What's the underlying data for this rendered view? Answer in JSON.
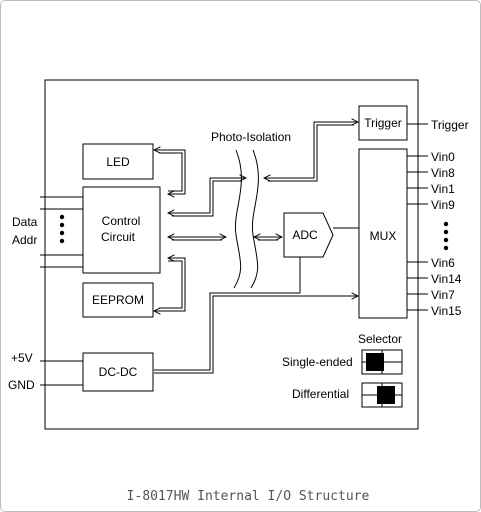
{
  "diagram": {
    "blocks": {
      "led": "LED",
      "control_line1": "Control",
      "control_line2": "Circuit",
      "eeprom": "EEPROM",
      "dcdc": "DC-DC",
      "adc": "ADC",
      "mux": "MUX",
      "trigger": "Trigger"
    },
    "photo_isolation": "Photo-Isolation",
    "left_labels": {
      "data": "Data",
      "addr": "Addr",
      "plus5v": "+5V",
      "gnd": "GND"
    },
    "trigger_out": "Trigger",
    "vin_top": [
      "Vin0",
      "Vin8",
      "Vin1",
      "Vin9"
    ],
    "vin_bottom": [
      "Vin6",
      "Vin14",
      "Vin7",
      "Vin15"
    ],
    "selector": {
      "title": "Selector",
      "single_ended": "Single-ended",
      "differential": "Differential"
    },
    "caption": "I-8017HW Internal I/O Structure"
  }
}
